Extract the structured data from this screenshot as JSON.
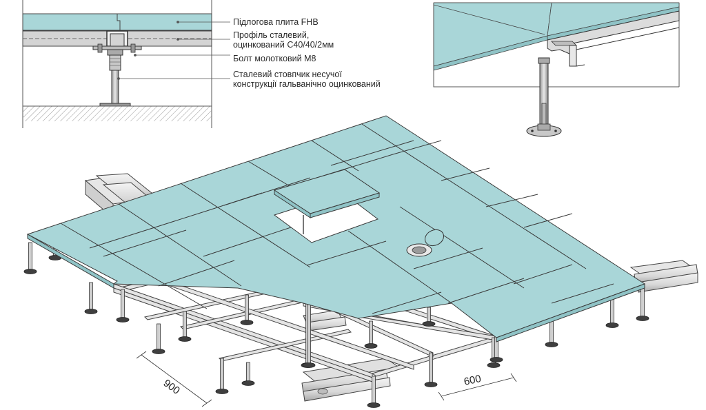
{
  "legend": {
    "floor_slab": "Підлогова плита FHB",
    "profile_line1": "Профіль сталевий,",
    "profile_line2": "оцинкований С40/40/2мм",
    "bolt": "Болт молотковий М8",
    "post_line1": "Сталевий стовпчик несучої",
    "post_line2": "конструкції гальванічно оцинкований"
  },
  "dimensions": {
    "long_side": "900",
    "short_side": "600"
  },
  "colors": {
    "panel": "#a9d6d8",
    "panel_dark": "#8fc3c6",
    "steel": "#d9d9d9",
    "stroke": "#3a3a3a"
  }
}
